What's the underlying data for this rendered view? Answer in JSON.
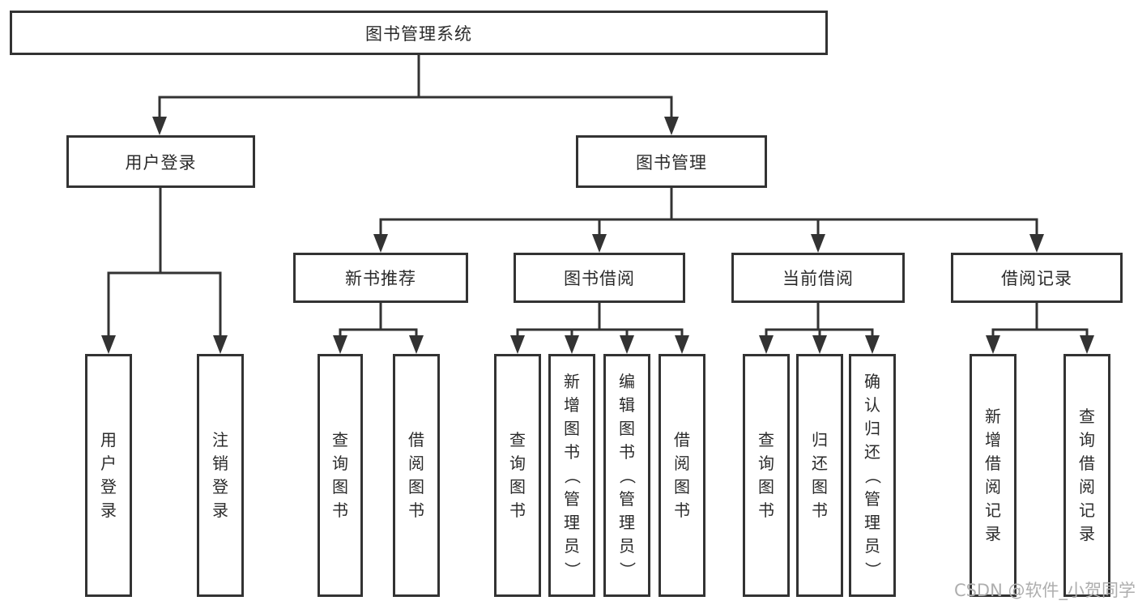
{
  "diagram": {
    "root": "图书管理系统",
    "branches": {
      "user_login": "用户登录",
      "book_management": "图书管理"
    },
    "modules": {
      "new_book_recommend": "新书推荐",
      "book_borrow": "图书借阅",
      "current_borrow": "当前借阅",
      "borrow_records": "借阅记录"
    },
    "leaves": {
      "user_login": "用户登录",
      "logout": "注销登录",
      "rec_query_books": "查询图书",
      "rec_borrow_books": "借阅图书",
      "bb_query_books": "查询图书",
      "bb_add_books": "新增图书（管理员）",
      "bb_edit_books": "编辑图书（管理员）",
      "bb_borrow_books": "借阅图书",
      "cb_query_books": "查询图书",
      "cb_return_books": "归还图书",
      "cb_confirm_return": "确认归还（管理员）",
      "br_add_record": "新增借阅记录",
      "br_query_record": "查询借阅记录"
    }
  },
  "watermark": "CSDN @软件_小贺同学",
  "colors": {
    "line": "#333333",
    "box_background": "#ffffff",
    "text": "#2b2b2b",
    "watermark_text": "#aeaeae"
  }
}
